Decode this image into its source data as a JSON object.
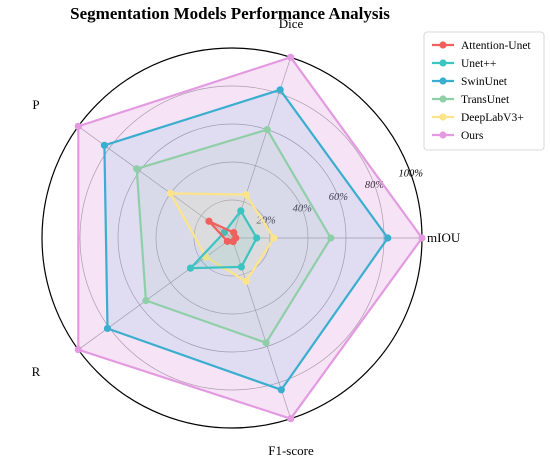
{
  "chart_data": {
    "type": "radar",
    "title": "Segmentation Models Performance Analysis",
    "axes": [
      "mIOU",
      "Dice",
      "P",
      "R",
      "F1-score"
    ],
    "rlim": [
      0,
      100
    ],
    "radial_ticks": [
      20,
      40,
      60,
      80,
      100
    ],
    "radial_tick_labels": [
      "20%",
      "40%",
      "60%",
      "80%",
      "100%"
    ],
    "grid": true,
    "legend_position": "top-right",
    "series": [
      {
        "name": "Attention-Unet",
        "color": "#f0605c",
        "fill_opacity": 0.1,
        "values": [
          2,
          3,
          15,
          3,
          2
        ]
      },
      {
        "name": "Unet++",
        "color": "#3cc3c2",
        "fill_opacity": 0.1,
        "values": [
          13,
          15,
          5,
          27,
          16
        ]
      },
      {
        "name": "SwinUnet",
        "color": "#3aaecf",
        "fill_opacity": 0.12,
        "values": [
          82,
          82,
          83,
          81,
          84
        ]
      },
      {
        "name": "TransUnet",
        "color": "#8fcfa8",
        "fill_opacity": 0.1,
        "values": [
          52,
          60,
          62,
          56,
          58
        ]
      },
      {
        "name": "DeepLabV3+",
        "color": "#fde48a",
        "fill_opacity": 0.12,
        "values": [
          22,
          24,
          40,
          17,
          24
        ]
      },
      {
        "name": "Ours",
        "color": "#e39ae0",
        "fill_opacity": 0.28,
        "values": [
          100,
          100,
          100,
          100,
          100
        ]
      }
    ]
  }
}
